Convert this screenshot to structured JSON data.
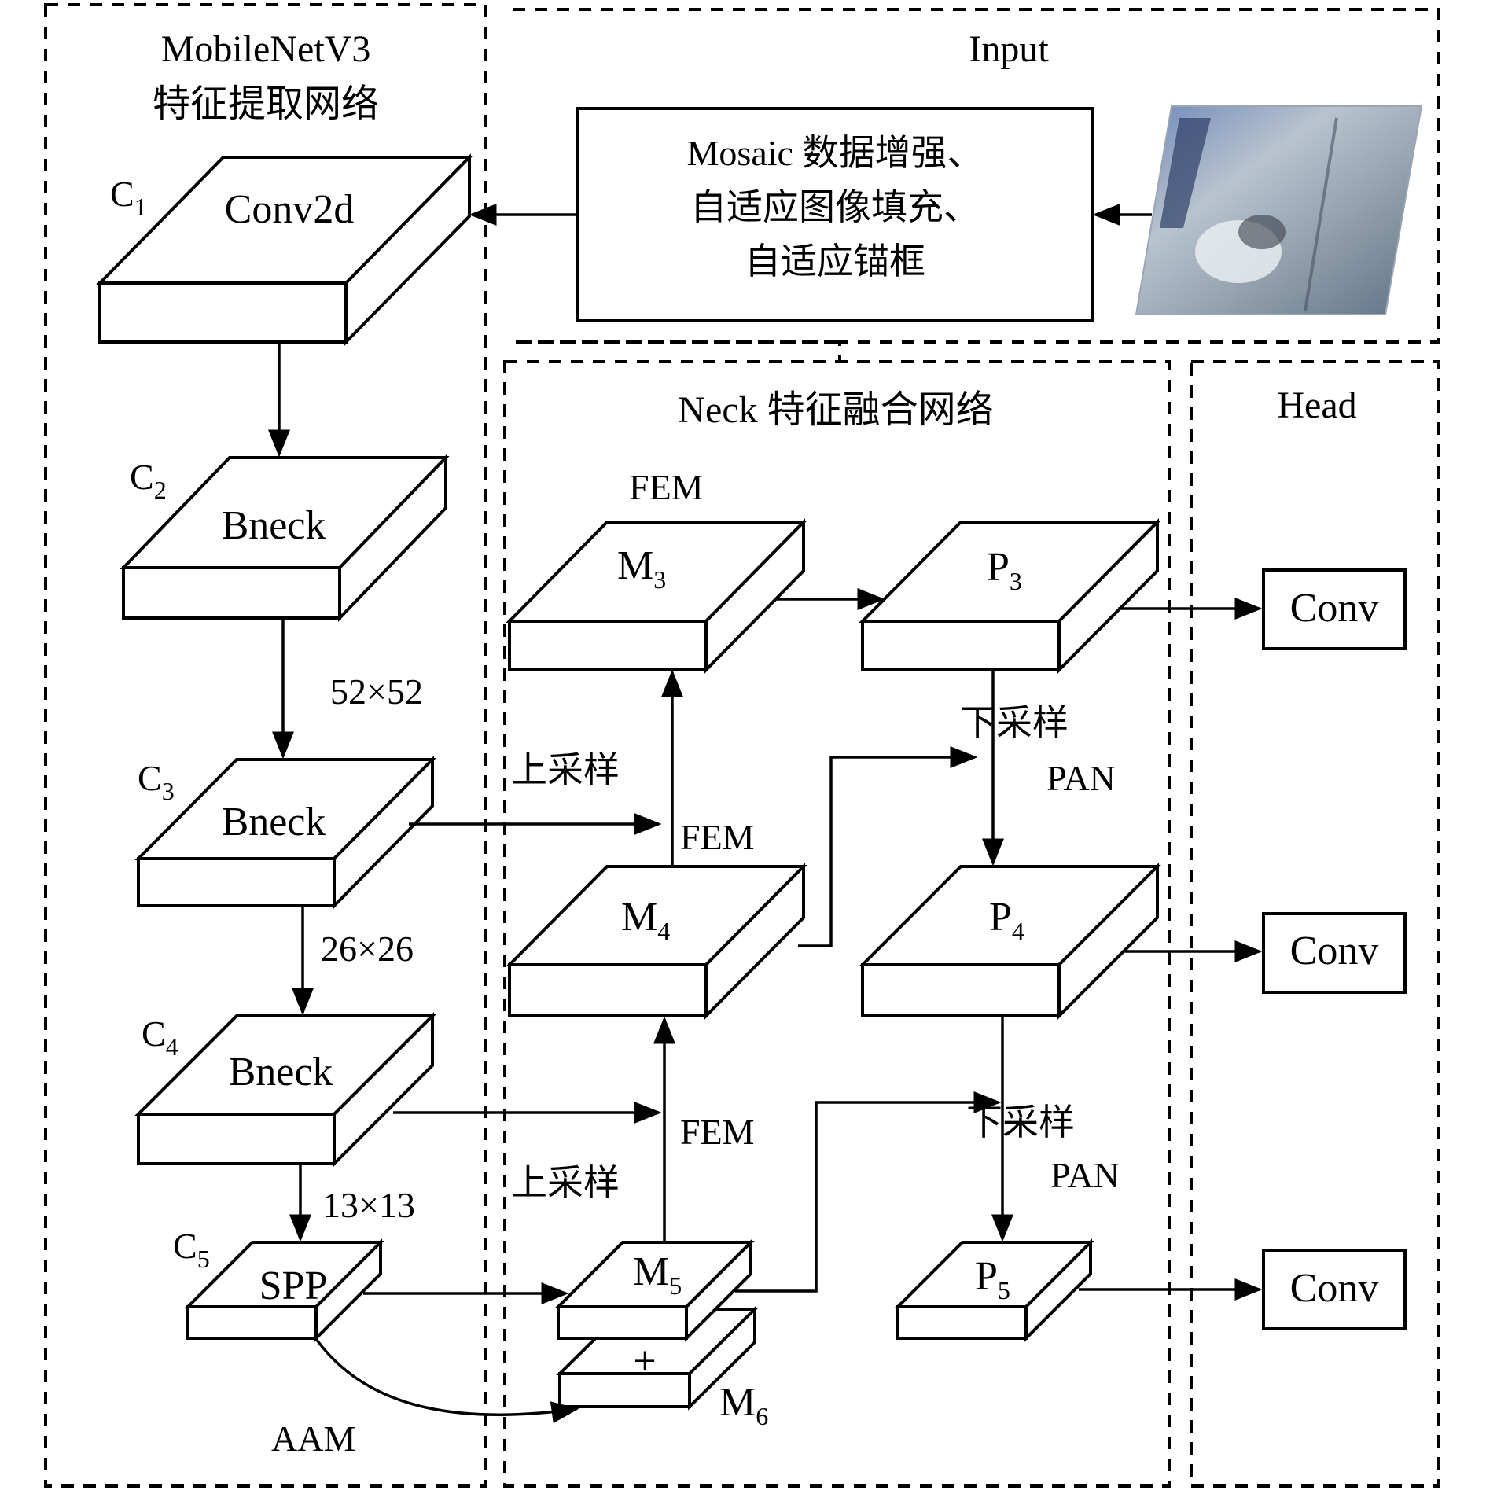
{
  "regions": {
    "backbone_title_line1": "MobileNetV3",
    "backbone_title_line2": "特征提取网络",
    "input_title": "Input",
    "neck_title": "Neck 特征融合网络",
    "head_title": "Head"
  },
  "input_box": {
    "line1": "Mosaic 数据增强、",
    "line2": "自适应图像填充、",
    "line3": "自适应锚框"
  },
  "backbone": {
    "c1": {
      "tag": "C",
      "sub": "1",
      "label": "Conv2d"
    },
    "c2": {
      "tag": "C",
      "sub": "2",
      "label": "Bneck"
    },
    "c3": {
      "tag": "C",
      "sub": "3",
      "label": "Bneck"
    },
    "c4": {
      "tag": "C",
      "sub": "4",
      "label": "Bneck"
    },
    "c5": {
      "tag": "C",
      "sub": "5",
      "label": "SPP"
    },
    "size_52": "52×52",
    "size_26": "26×26",
    "size_13": "13×13",
    "aam": "AAM"
  },
  "neck": {
    "m3": {
      "tag": "M",
      "sub": "3"
    },
    "m4": {
      "tag": "M",
      "sub": "4"
    },
    "m5": {
      "tag": "M",
      "sub": "5"
    },
    "m6": {
      "tag": "M",
      "sub": "6"
    },
    "plus": "+",
    "p3": {
      "tag": "P",
      "sub": "3"
    },
    "p4": {
      "tag": "P",
      "sub": "4"
    },
    "p5": {
      "tag": "P",
      "sub": "5"
    },
    "fem_top": "FEM",
    "fem_mid": "FEM",
    "fem_low": "FEM",
    "upsample_1": "上采样",
    "upsample_2": "上采样",
    "downsample_1": "下采样",
    "pan_1": "PAN",
    "downsample_2": "下采样",
    "pan_2": "PAN"
  },
  "head": {
    "conv_1": "Conv",
    "conv_2": "Conv",
    "conv_3": "Conv"
  }
}
